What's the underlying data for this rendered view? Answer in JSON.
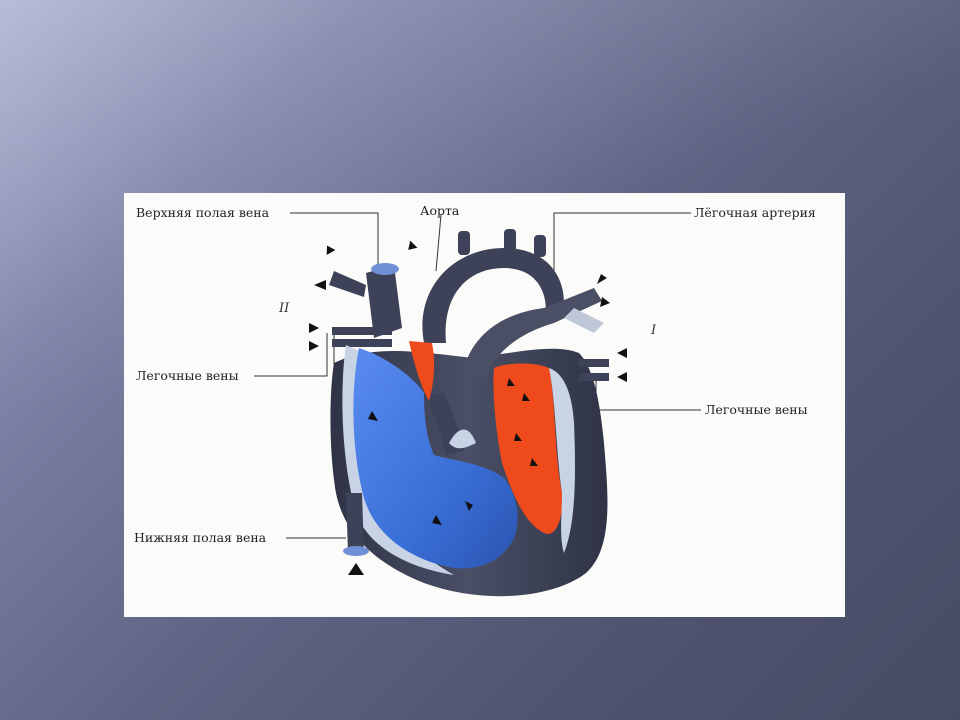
{
  "labels": {
    "superior_vena_cava": "Верхняя полая вена",
    "aorta": "Аорта",
    "pulmonary_artery": "Лёгочная артерия",
    "pulmonary_veins_left": "Легочные вены",
    "pulmonary_veins_right": "Легочные вены",
    "inferior_vena_cava": "Нижняя полая вена",
    "circle_small": "II",
    "circle_large": "I"
  },
  "colors": {
    "venous_blood": "#3a6fd8",
    "arterial_blood": "#ee4a1c",
    "heart_wall": "#3b3f52",
    "septum_light": "#c9d3e6"
  }
}
